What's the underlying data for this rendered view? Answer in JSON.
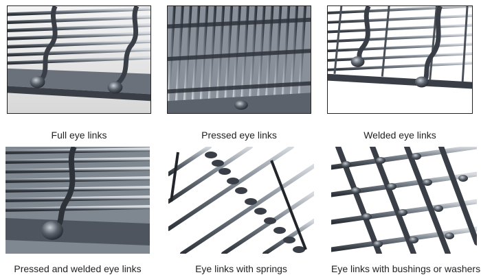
{
  "panels": [
    {
      "caption": "Full eye links",
      "photo": "full-eye-links-mesh-photo"
    },
    {
      "caption": "Pressed eye links",
      "photo": "pressed-eye-links-mesh-photo"
    },
    {
      "caption": "Welded eye links",
      "photo": "welded-eye-links-mesh-photo"
    },
    {
      "caption": "Pressed and welded eye links",
      "photo": "pressed-welded-eye-links-mesh-photo"
    },
    {
      "caption": "Eye links with springs",
      "photo": "eye-links-springs-mesh-photo"
    },
    {
      "caption": "Eye links with bushings or washers",
      "photo": "eye-links-bushings-mesh-photo"
    }
  ],
  "colors": {
    "metal_dark": "#3a3f47",
    "metal_mid": "#6c737d",
    "metal_light": "#b9bec4",
    "background": "#ffffff"
  }
}
